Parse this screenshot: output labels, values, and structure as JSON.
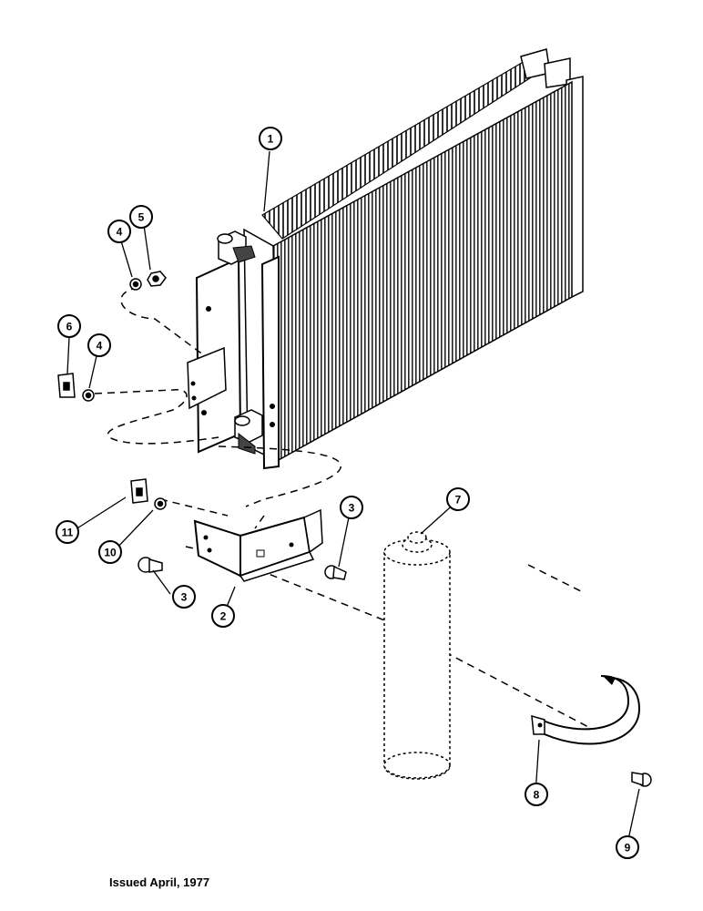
{
  "callouts": [
    {
      "id": "callout-1",
      "label": "1"
    },
    {
      "id": "callout-2",
      "label": "2"
    },
    {
      "id": "callout-3a",
      "label": "3"
    },
    {
      "id": "callout-3b",
      "label": "3"
    },
    {
      "id": "callout-4a",
      "label": "4"
    },
    {
      "id": "callout-4b",
      "label": "4"
    },
    {
      "id": "callout-5",
      "label": "5"
    },
    {
      "id": "callout-6",
      "label": "6"
    },
    {
      "id": "callout-7",
      "label": "7"
    },
    {
      "id": "callout-8",
      "label": "8"
    },
    {
      "id": "callout-9",
      "label": "9"
    },
    {
      "id": "callout-10",
      "label": "10"
    },
    {
      "id": "callout-11",
      "label": "11"
    }
  ],
  "footer": {
    "issued": "Issued April, 1977"
  }
}
